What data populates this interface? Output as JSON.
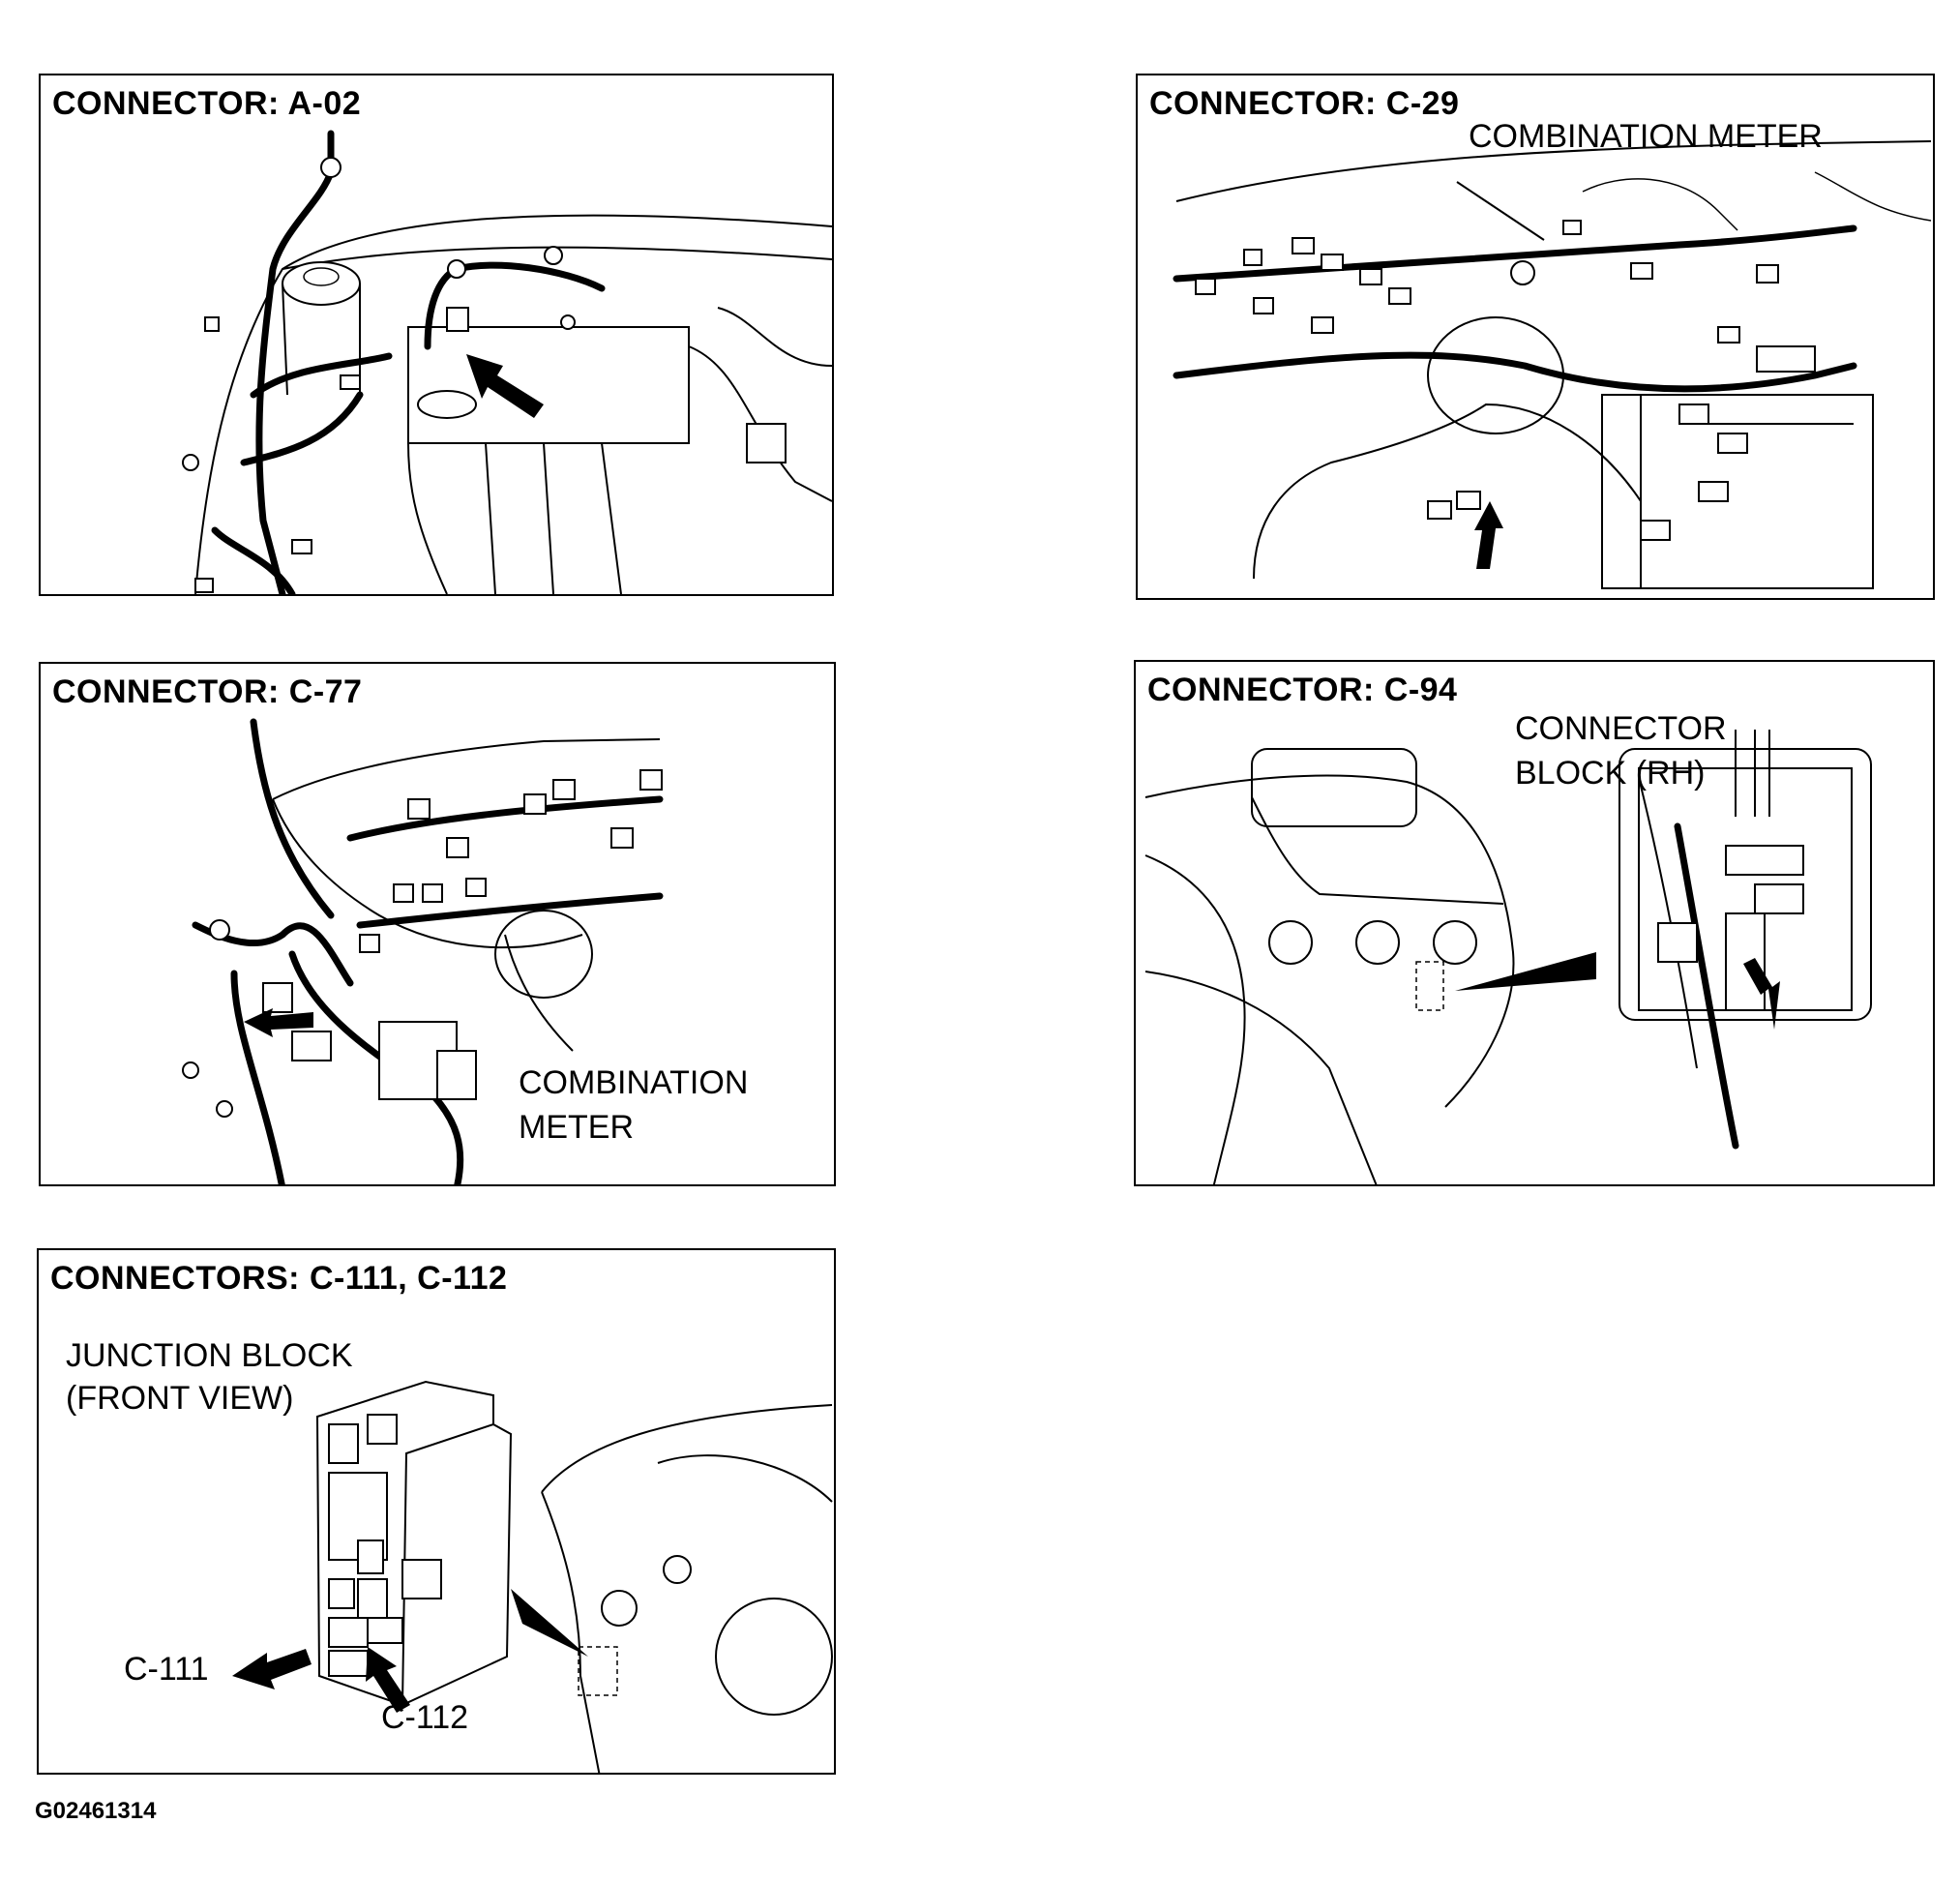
{
  "figure_id": "G02461314",
  "panels": {
    "a02": {
      "title": "CONNECTOR: A-02"
    },
    "c29": {
      "title": "CONNECTOR: C-29",
      "label": "COMBINATION METER"
    },
    "c77": {
      "title": "CONNECTOR: C-77",
      "label_line1": "COMBINATION",
      "label_line2": "METER"
    },
    "c94": {
      "title": "CONNECTOR: C-94",
      "label_line1": "CONNECTOR",
      "label_line2": "BLOCK (RH)"
    },
    "c111": {
      "title": "CONNECTORS: C-111, C-112",
      "label_line1": "JUNCTION BLOCK",
      "label_line2": "(FRONT VIEW)",
      "c111_label": "C-111",
      "c112_label": "C-112"
    }
  },
  "icons": {
    "pointer": "black-arrow-icon",
    "callout": "triangle-pointer-icon"
  }
}
